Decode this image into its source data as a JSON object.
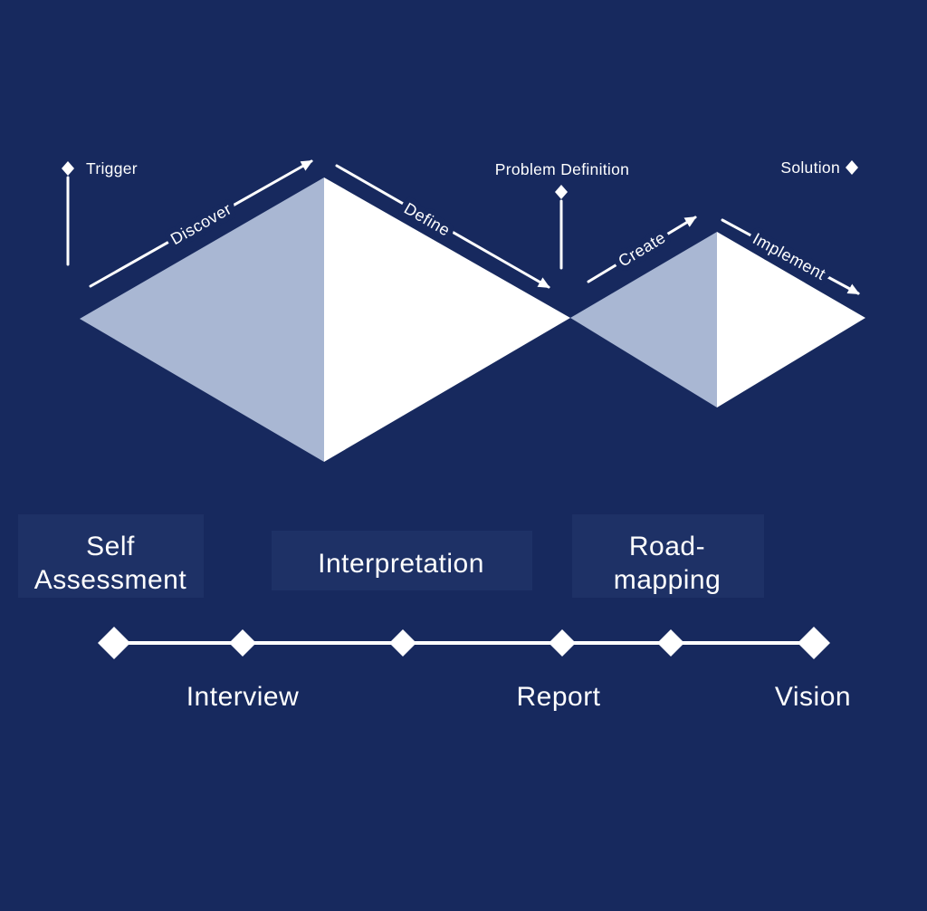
{
  "colors": {
    "background": "#17295E",
    "diamond_light": "#A9B7D3",
    "diamond_white": "#FFFFFF",
    "text": "#FFFFFF",
    "label_box": "#1E3166"
  },
  "double_diamond": {
    "milestones": [
      {
        "id": "trigger",
        "label": "Trigger"
      },
      {
        "id": "problem-definition",
        "label": "Problem Definition"
      },
      {
        "id": "solution",
        "label": "Solution"
      }
    ],
    "phases": [
      {
        "id": "discover",
        "label": "Discover"
      },
      {
        "id": "define",
        "label": "Define"
      },
      {
        "id": "create",
        "label": "Create"
      },
      {
        "id": "implement",
        "label": "Implement"
      }
    ]
  },
  "timeline": {
    "above_labels": [
      {
        "line1": "Self",
        "line2": "Assessment"
      },
      {
        "line1": "Interpretation",
        "line2": ""
      },
      {
        "line1": "Road-",
        "line2": "mapping"
      }
    ],
    "below_labels": [
      "Interview",
      "Report",
      "Vision"
    ]
  }
}
